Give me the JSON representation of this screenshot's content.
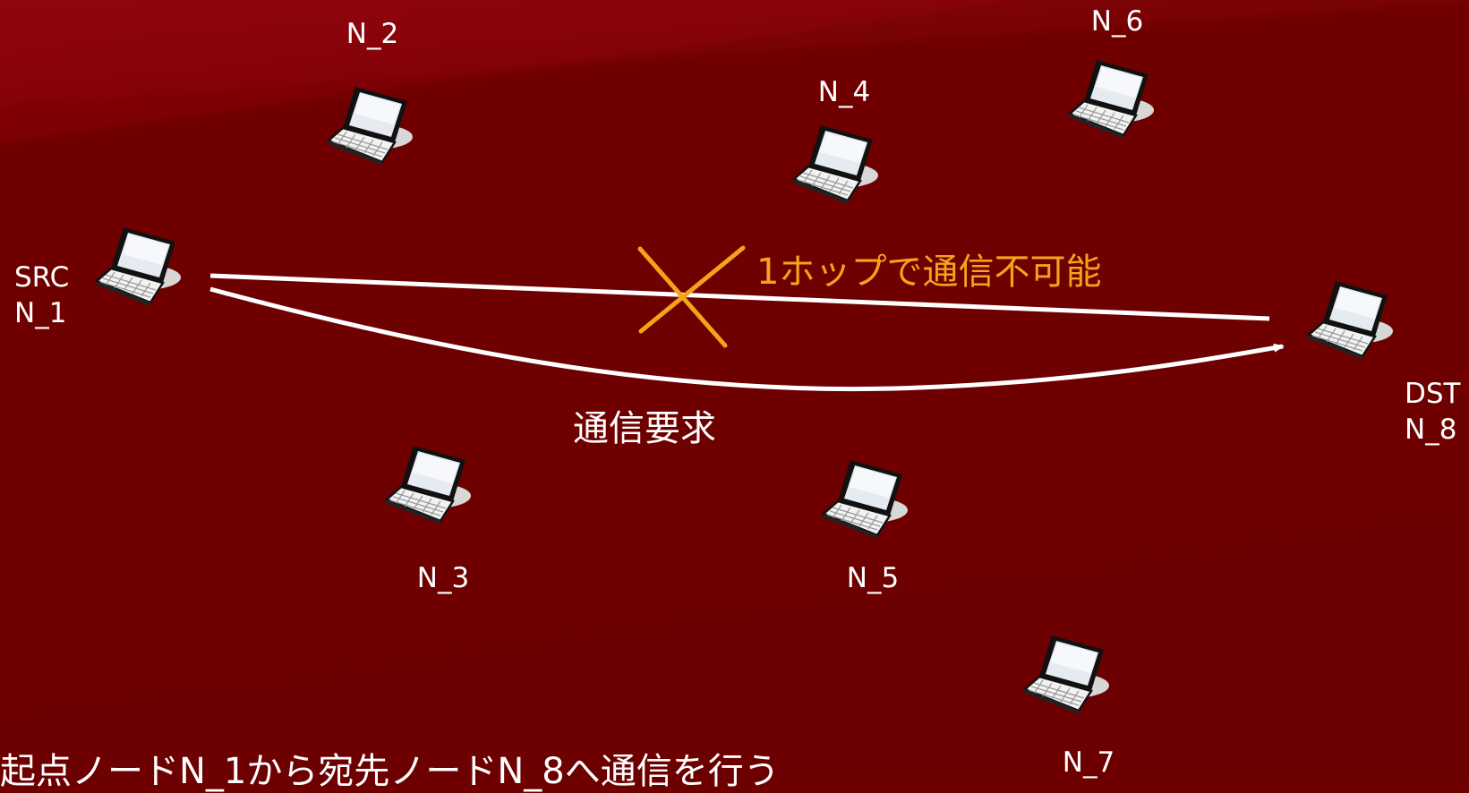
{
  "nodes": [
    {
      "id": "N_1",
      "role": "SRC",
      "label": "N_1"
    },
    {
      "id": "N_2",
      "label": "N_2"
    },
    {
      "id": "N_3",
      "label": "N_3"
    },
    {
      "id": "N_4",
      "label": "N_4"
    },
    {
      "id": "N_5",
      "label": "N_5"
    },
    {
      "id": "N_6",
      "label": "N_6"
    },
    {
      "id": "N_7",
      "label": "N_7"
    },
    {
      "id": "N_8",
      "role": "DST",
      "label": "N_8"
    }
  ],
  "annotations": {
    "blocked": "1ホップで通信不可能",
    "request": "通信要求"
  },
  "caption": "起点ノードN_1から宛先ノードN_8へ通信を行う",
  "icons": {
    "node": "laptop-icon",
    "blocked_mark": "cross-icon"
  },
  "colors": {
    "background": "#6e0000",
    "annotation": "#f5a31b",
    "line": "#ffffff"
  }
}
